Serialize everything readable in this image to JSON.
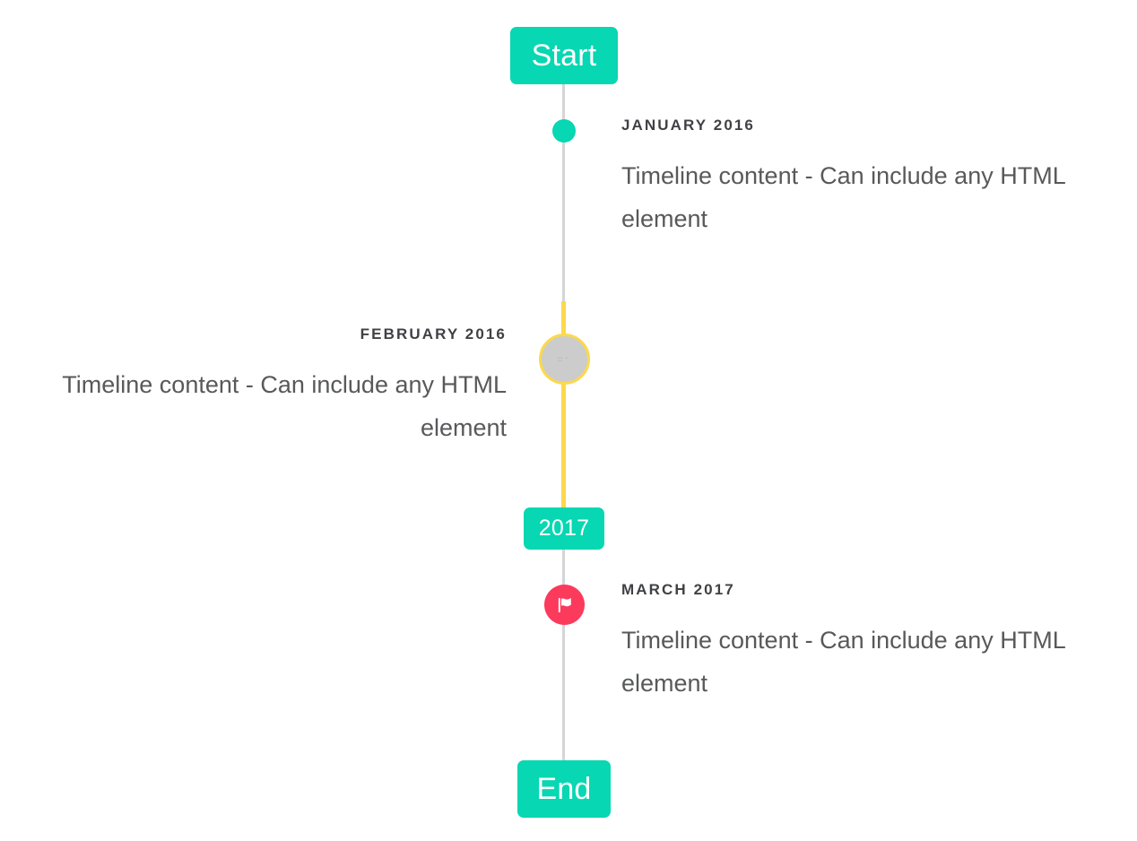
{
  "timeline": {
    "start_label": "Start",
    "year_label": "2017",
    "end_label": "End",
    "colors": {
      "accent_teal": "#07d7b2",
      "accent_yellow": "#fcd94d",
      "accent_pink": "#fc3a5c",
      "rail_gray": "#d5d5d7",
      "node_gray": "#cccccc",
      "date_text": "#3f4144",
      "body_text": "#58595b"
    },
    "entries": [
      {
        "date": "JANUARY 2016",
        "body": "Timeline content - Can include any HTML element",
        "side": "right",
        "marker": "dot-icon"
      },
      {
        "date": "FEBRUARY 2016",
        "body": "Timeline content - Can include any HTML element",
        "side": "left",
        "marker": "broken-image-icon",
        "marker_glyph": "⠶⠂"
      },
      {
        "date": "MARCH 2017",
        "body": "Timeline content - Can include any HTML element",
        "side": "right",
        "marker": "flag-icon"
      }
    ]
  }
}
